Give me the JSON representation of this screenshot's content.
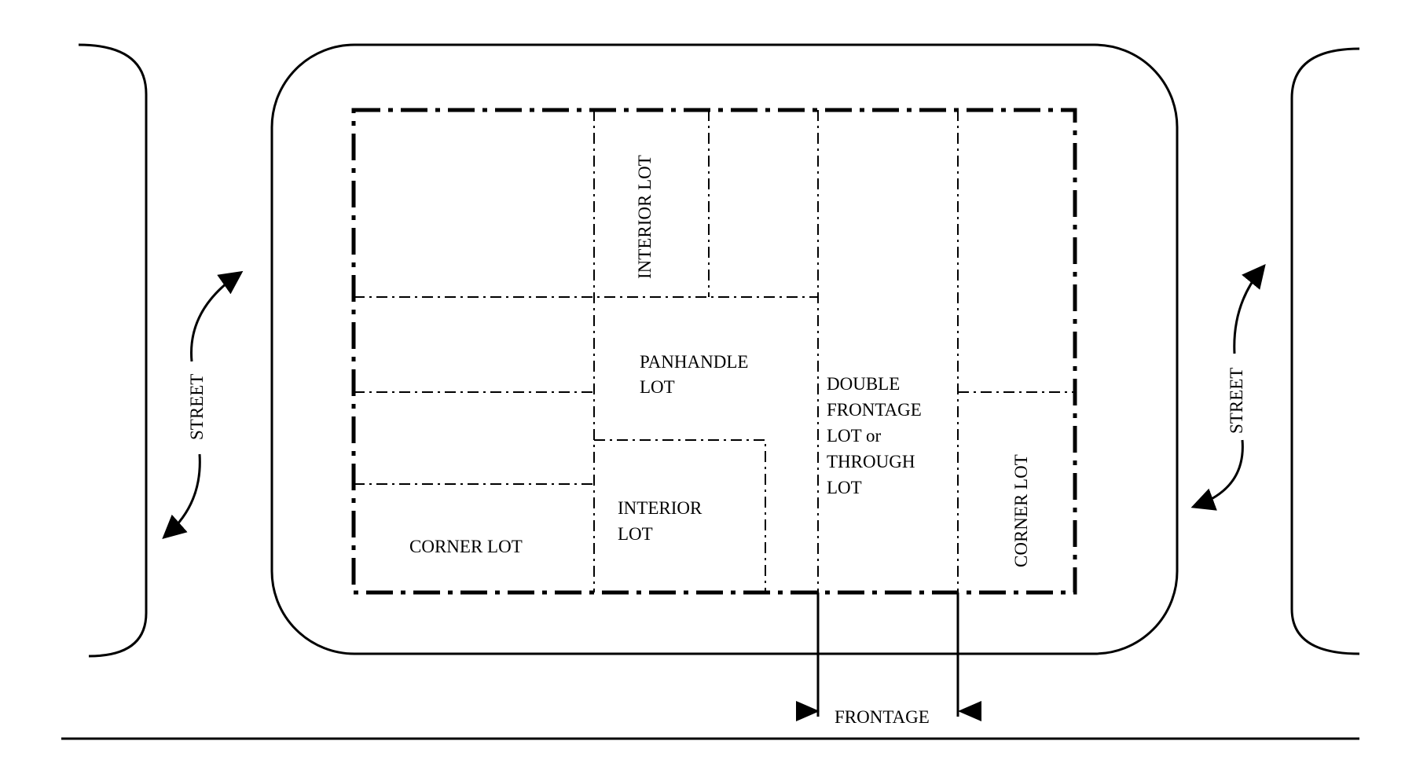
{
  "labels": {
    "interior_lot_top": "INTERIOR  LOT",
    "panhandle_line1": "PANHANDLE",
    "panhandle_line2": "LOT",
    "double_line1": "DOUBLE",
    "double_line2": "FRONTAGE",
    "double_line3": "LOT or",
    "double_line4": "THROUGH",
    "double_line5": "LOT",
    "interior_lot_bottom_line1": "INTERIOR",
    "interior_lot_bottom_line2": "LOT",
    "corner_lot_left": "CORNER LOT",
    "corner_lot_right": "CORNER LOT",
    "street_left": "STREET",
    "street_right": "STREET",
    "frontage": "FRONTAGE"
  },
  "colors": {
    "line": "#000000",
    "background": "#ffffff"
  }
}
